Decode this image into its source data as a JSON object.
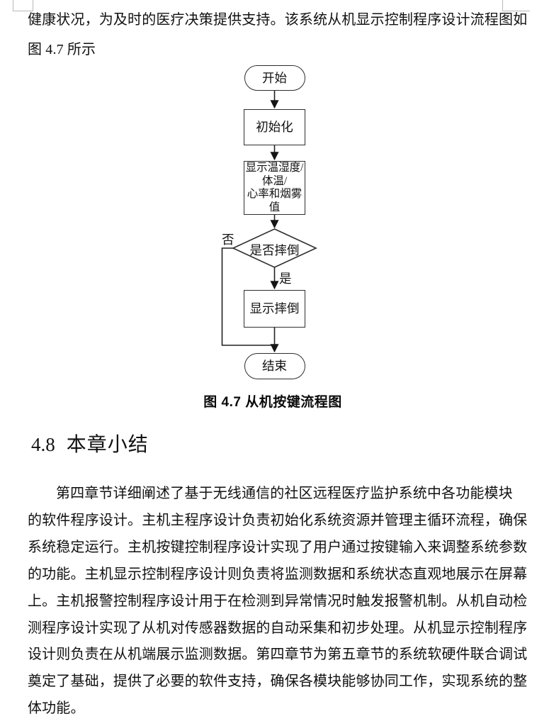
{
  "intro": {
    "lines": [
      "健康状况，为及时的医疗决策提供支持。该系统从机显示控制程序设计流程图如",
      "图 4.7 所示"
    ]
  },
  "flowchart": {
    "start": "开始",
    "init": "初始化",
    "display_lines": [
      "显示温湿度/",
      "体温/",
      "心率和烟雾",
      "值"
    ],
    "decision": "是否摔倒",
    "no_label": "否",
    "yes_label": "是",
    "fall": "显示摔倒",
    "end": "结束"
  },
  "caption": "图 4.7 从机按键流程图",
  "heading": {
    "number": "4.8",
    "title": "本章小结"
  },
  "summary": {
    "lines": [
      "第四章节详细阐述了基于无线通信的社区远程医疗监护系统中各功能模块",
      "的软件程序设计。主机主程序设计负责初始化系统资源并管理主循环流程，确保",
      "系统稳定运行。主机按键控制程序设计实现了用户通过按键输入来调整系统参数",
      "的功能。主机显示控制程序设计则负责将监测数据和系统状态直观地展示在屏幕",
      "上。主机报警控制程序设计用于在检测到异常情况时触发报警机制。从机自动检",
      "测程序设计实现了从机对传感器数据的自动采集和初步处理。从机显示控制程序",
      "设计则负责在从机端展示监测数据。第四章节为第五章节的系统软硬件联合调试",
      "奠定了基础，提供了必要的软件支持，确保各模块能够协同工作，实现系统的整",
      "体功能。"
    ]
  },
  "colors": {
    "ink": "#111111",
    "shape_border": "#2e2e2e",
    "corner_mark": "#b9b9b9"
  }
}
